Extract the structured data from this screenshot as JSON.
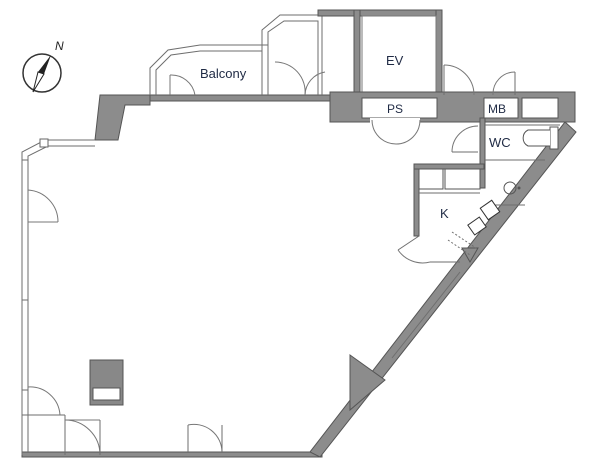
{
  "compass": {
    "north_letter": "N",
    "icon": "north-arrow-icon"
  },
  "rooms": {
    "balcony": "Balcony",
    "elevator": "EV",
    "pipe_space": "PS",
    "meter_box": "MB",
    "toilet": "WC",
    "kitchen": "K"
  },
  "colors": {
    "wall": "#8c8c8c",
    "line": "#6e6e6e",
    "text": "#1f2a44"
  }
}
